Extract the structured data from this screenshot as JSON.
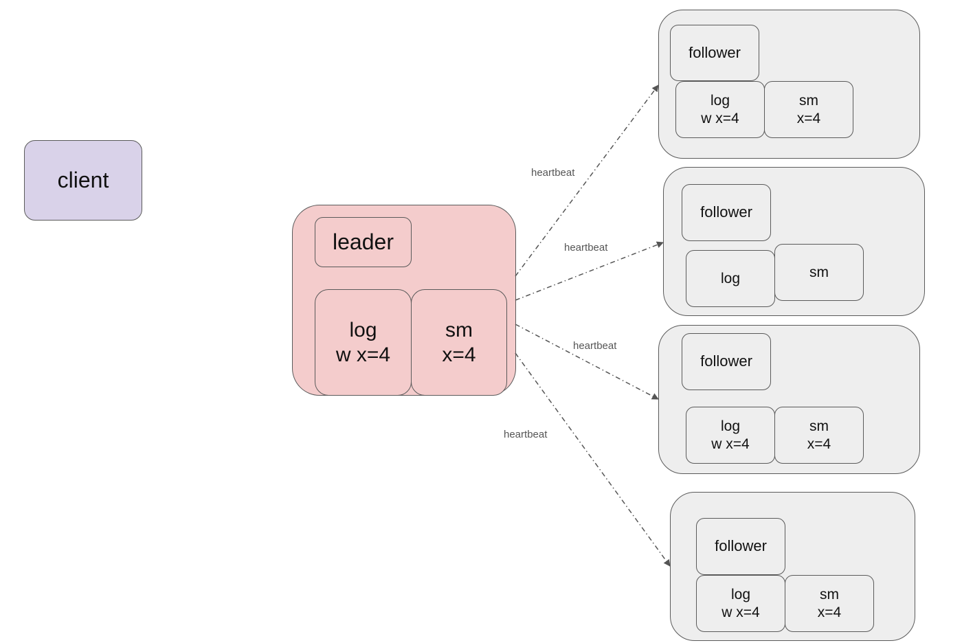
{
  "client": {
    "label": "client"
  },
  "leader": {
    "title": "leader",
    "log": "log\nw x=4",
    "sm": "sm\nx=4"
  },
  "followers": [
    {
      "title": "follower",
      "log": "log\nw x=4",
      "sm": "sm\nx=4"
    },
    {
      "title": "follower",
      "log": "log",
      "sm": "sm"
    },
    {
      "title": "follower",
      "log": "log\nw x=4",
      "sm": "sm\nx=4"
    },
    {
      "title": "follower",
      "log": "log\nw x=4",
      "sm": "sm\nx=4"
    }
  ],
  "edges": [
    {
      "label": "heartbeat"
    },
    {
      "label": "heartbeat"
    },
    {
      "label": "heartbeat"
    },
    {
      "label": "heartbeat"
    }
  ],
  "colors": {
    "client_fill": "#d9d2e9",
    "leader_fill": "#f4cccc",
    "follower_fill": "#eeeeee",
    "stroke": "#595959",
    "edge": "#555555"
  }
}
